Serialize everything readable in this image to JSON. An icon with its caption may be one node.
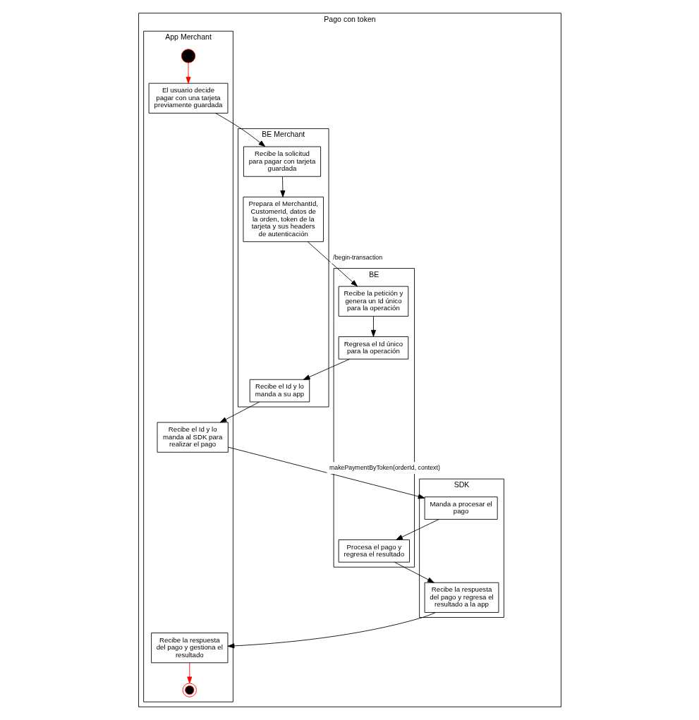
{
  "diagram": {
    "nodes": [
      {
        "text": [
          "Pago con token"
        ]
      },
      {
        "text": [
          "BE Merchant"
        ],
        "in": 0
      },
      {
        "text": [
          "BE"
        ],
        "in": 0
      },
      {
        "text": [
          "App Merchant"
        ],
        "in": 0
      },
      {
        "text": [
          "SDK"
        ],
        "in": 0
      },
      {
        "text": [],
        "shape": "circle",
        "in": 3
      },
      {
        "text": [
          "El usuario decide pagar con una tarjeta previamente guardada"
        ],
        "in": 3
      },
      {
        "text": [
          "Recibe la solicitud para pagar con tarjeta guardada"
        ],
        "in": 1
      },
      {
        "text": [
          "Prepara el MerchantId, CustomerId, datos de la orden, token de la tarjeta y sus headers de autenticación"
        ],
        "in": 1
      },
      {
        "text": [
          "Recibe la petición y genera un Id único para la operación"
        ],
        "in": 2
      },
      {
        "text": [
          "Regresa el Id único para la operación"
        ],
        "in": 2
      },
      {
        "text": [
          "Recibe el Id y lo manda a su app"
        ],
        "in": 1
      },
      {
        "text": [
          "Recibe el Id y lo manda al SDK para realizar el pago"
        ],
        "in": 3
      },
      {
        "text": [
          "Manda a procesar el pago"
        ],
        "in": 4
      },
      {
        "text": [
          "Procesa el pago y regresa el resultado"
        ],
        "in": 2
      },
      {
        "text": [
          "Recibe la respuesta del pago y regresa el resultado a la app"
        ],
        "in": 4
      },
      {
        "text": [
          "Recibe la respuesta del pago y gestiona el resultado"
        ],
        "in": 3
      },
      {
        "text": [],
        "shape": "circle",
        "in": 3
      }
    ],
    "edges": [
      {
        "from": 5,
        "to": 6,
        "arrow": "to",
        "color": "#ff0000"
      },
      {
        "from": 6,
        "to": 7,
        "arrow": "to"
      },
      {
        "from": 7,
        "to": 8,
        "arrow": "to"
      },
      {
        "from": 8,
        "to": 9,
        "arrow": "to",
        "label": "/begin-transaction"
      },
      {
        "from": 9,
        "to": 10,
        "arrow": "to"
      },
      {
        "from": 10,
        "to": 11,
        "arrow": "to"
      },
      {
        "from": 11,
        "to": 12,
        "arrow": "to"
      },
      {
        "from": 12,
        "to": 13,
        "arrow": "to",
        "label": "makePaymentByToken(orderId, context)"
      },
      {
        "from": 13,
        "to": 14,
        "arrow": "to"
      },
      {
        "from": 14,
        "to": 15,
        "arrow": "to"
      },
      {
        "from": 15,
        "to": 16,
        "arrow": "to"
      },
      {
        "from": 16,
        "to": 17,
        "arrow": "to",
        "color": "#ff0000"
      }
    ]
  }
}
